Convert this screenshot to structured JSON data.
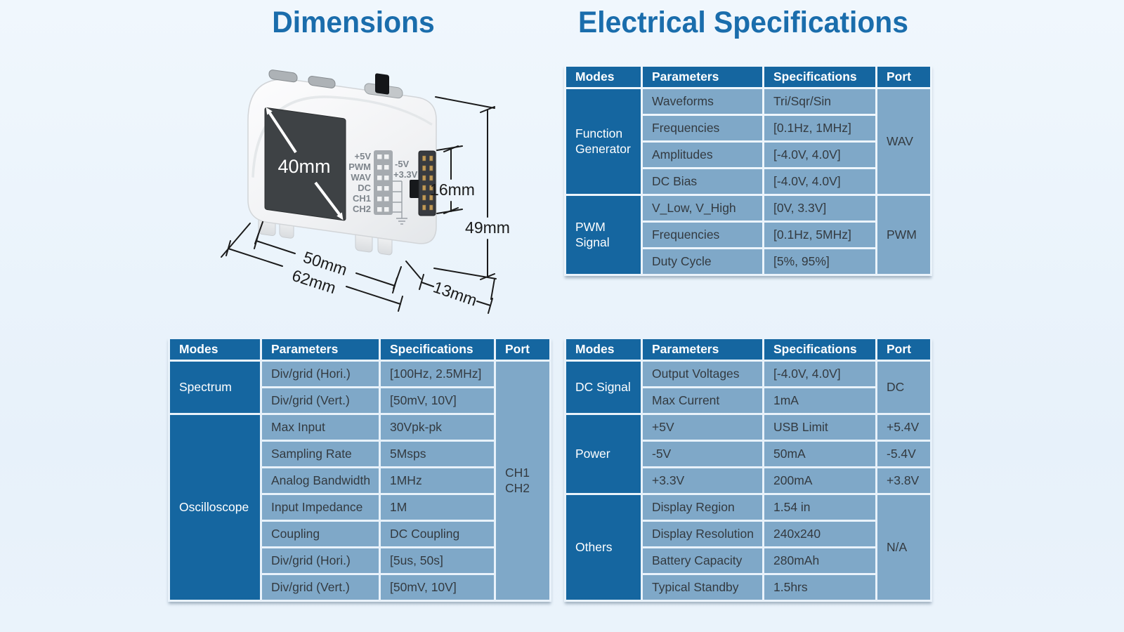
{
  "titles": {
    "dimensions": "Dimensions",
    "electrical": "Electrical Specifications"
  },
  "colors": {
    "accent_dark_blue": "#1566a0",
    "cell_light_blue": "#7fa8c8",
    "title_blue": "#1a6dac",
    "page_background": "#eaf3fb",
    "screen_dark": "#3e4245"
  },
  "diagram": {
    "screen_size_label": "40mm",
    "pins_left": [
      "+5V",
      "PWM",
      "WAV",
      "DC",
      "CH1",
      "CH2"
    ],
    "pins_right": [
      "-5V",
      "+3.3V"
    ],
    "dims": {
      "connector": "16mm",
      "height": "49mm",
      "inner_width": "50mm",
      "outer_width": "62mm",
      "depth": "13mm"
    }
  },
  "tables": {
    "electrical": {
      "headers": [
        "Modes",
        "Parameters",
        "Specifications",
        "Port"
      ],
      "rows": [
        [
          {
            "k": "mode",
            "t": "Function Generator",
            "r": 4
          },
          {
            "k": "param",
            "t": "Waveforms"
          },
          {
            "k": "spec",
            "t": "Tri/Sqr/Sin"
          },
          {
            "k": "port",
            "t": "WAV",
            "r": 4
          }
        ],
        [
          {
            "k": "param",
            "t": "Frequencies"
          },
          {
            "k": "spec",
            "t": "[0.1Hz, 1MHz]"
          }
        ],
        [
          {
            "k": "param",
            "t": "Amplitudes"
          },
          {
            "k": "spec",
            "t": "[-4.0V, 4.0V]"
          }
        ],
        [
          {
            "k": "param",
            "t": "DC Bias"
          },
          {
            "k": "spec",
            "t": "[-4.0V, 4.0V]"
          }
        ],
        [
          {
            "k": "mode",
            "t": "PWM Signal",
            "r": 3
          },
          {
            "k": "param",
            "t": "V_Low, V_High"
          },
          {
            "k": "spec",
            "t": "[0V, 3.3V]"
          },
          {
            "k": "port",
            "t": "PWM",
            "r": 3
          }
        ],
        [
          {
            "k": "param",
            "t": "Frequencies"
          },
          {
            "k": "spec",
            "t": "[0.1Hz, 5MHz]"
          }
        ],
        [
          {
            "k": "param",
            "t": "Duty Cycle"
          },
          {
            "k": "spec",
            "t": "[5%, 95%]"
          }
        ]
      ]
    },
    "scope": {
      "headers": [
        "Modes",
        "Parameters",
        "Specifications",
        "Port"
      ],
      "rows": [
        [
          {
            "k": "mode",
            "t": "Spectrum",
            "r": 2
          },
          {
            "k": "param",
            "t": "Div/grid (Hori.)"
          },
          {
            "k": "spec",
            "t": "[100Hz, 2.5MHz]"
          },
          {
            "k": "port",
            "t": "CH1\nCH2",
            "r": 9
          }
        ],
        [
          {
            "k": "param",
            "t": "Div/grid (Vert.)"
          },
          {
            "k": "spec",
            "t": "[50mV, 10V]"
          }
        ],
        [
          {
            "k": "mode",
            "t": "Oscilloscope",
            "r": 7
          },
          {
            "k": "param",
            "t": "Max Input"
          },
          {
            "k": "spec",
            "t": "30Vpk-pk"
          }
        ],
        [
          {
            "k": "param",
            "t": "Sampling Rate"
          },
          {
            "k": "spec",
            "t": "5Msps"
          }
        ],
        [
          {
            "k": "param",
            "t": "Analog Bandwidth"
          },
          {
            "k": "spec",
            "t": "1MHz"
          }
        ],
        [
          {
            "k": "param",
            "t": "Input Impedance"
          },
          {
            "k": "spec",
            "t": "1M"
          }
        ],
        [
          {
            "k": "param",
            "t": "Coupling"
          },
          {
            "k": "spec",
            "t": "DC Coupling"
          }
        ],
        [
          {
            "k": "param",
            "t": "Div/grid (Hori.)"
          },
          {
            "k": "spec",
            "t": "[5us, 50s]"
          }
        ],
        [
          {
            "k": "param",
            "t": "Div/grid (Vert.)"
          },
          {
            "k": "spec",
            "t": "[50mV, 10V]"
          }
        ]
      ]
    },
    "power": {
      "headers": [
        "Modes",
        "Parameters",
        "Specifications",
        "Port"
      ],
      "rows": [
        [
          {
            "k": "mode",
            "t": "DC Signal",
            "r": 2
          },
          {
            "k": "param",
            "t": "Output Voltages"
          },
          {
            "k": "spec",
            "t": "[-4.0V, 4.0V]"
          },
          {
            "k": "port",
            "t": "DC",
            "r": 2
          }
        ],
        [
          {
            "k": "param",
            "t": "Max Current"
          },
          {
            "k": "spec",
            "t": "1mA"
          }
        ],
        [
          {
            "k": "mode",
            "t": "Power",
            "r": 3
          },
          {
            "k": "param",
            "t": "+5V"
          },
          {
            "k": "spec",
            "t": "USB Limit"
          },
          {
            "k": "port",
            "t": "+5.4V"
          }
        ],
        [
          {
            "k": "param",
            "t": "-5V"
          },
          {
            "k": "spec",
            "t": "50mA"
          },
          {
            "k": "port",
            "t": "-5.4V"
          }
        ],
        [
          {
            "k": "param",
            "t": "+3.3V"
          },
          {
            "k": "spec",
            "t": "200mA"
          },
          {
            "k": "port",
            "t": "+3.8V"
          }
        ],
        [
          {
            "k": "mode",
            "t": "Others",
            "r": 4
          },
          {
            "k": "param",
            "t": "Display Region"
          },
          {
            "k": "spec",
            "t": "1.54 in"
          },
          {
            "k": "port",
            "t": "N/A",
            "r": 4
          }
        ],
        [
          {
            "k": "param",
            "t": "Display Resolution"
          },
          {
            "k": "spec",
            "t": "240x240"
          }
        ],
        [
          {
            "k": "param",
            "t": "Battery Capacity"
          },
          {
            "k": "spec",
            "t": "280mAh"
          }
        ],
        [
          {
            "k": "param",
            "t": "Typical Standby"
          },
          {
            "k": "spec",
            "t": "1.5hrs"
          }
        ]
      ]
    }
  }
}
